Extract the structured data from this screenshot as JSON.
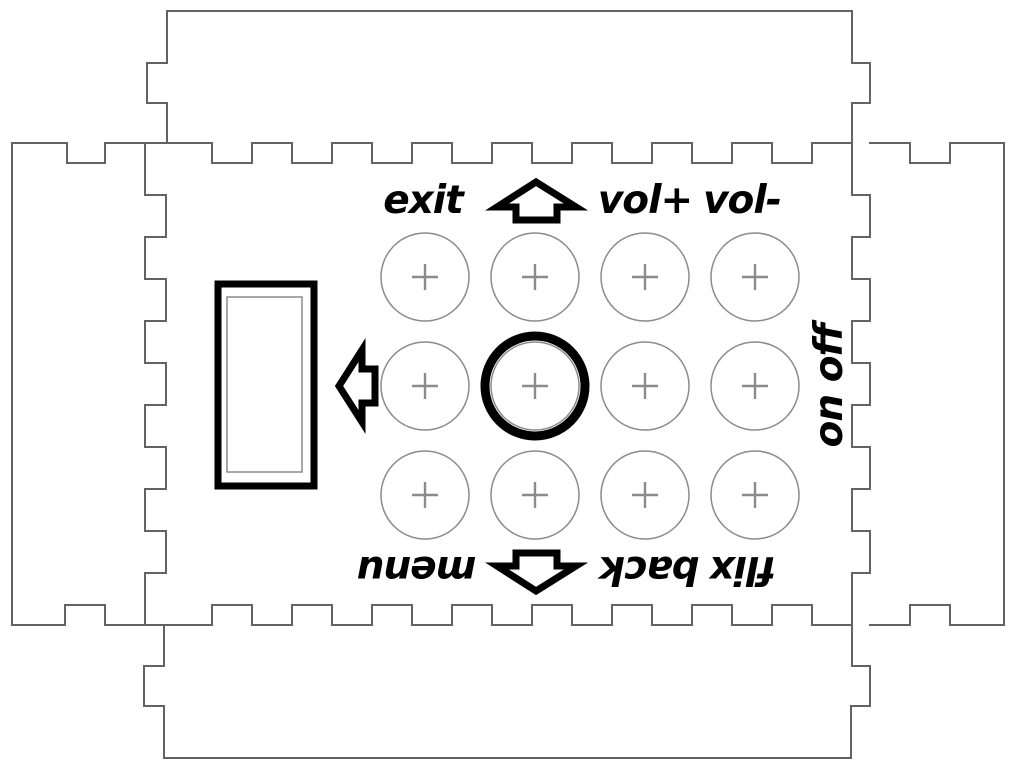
{
  "colors": {
    "background": "#ffffff",
    "line": "#636363",
    "thin": "#8b8b8b",
    "ink": "#000000"
  },
  "panel_labels": {
    "exit": "exit",
    "vol_plus": "vol+",
    "vol_minus": "vol-",
    "menu": "menu",
    "back": "back",
    "flix": "flix",
    "on_off": "on off"
  },
  "keypad": {
    "rows": 3,
    "columns": 4,
    "button_count": 12,
    "highlighted_button": "row 2, column 2"
  }
}
